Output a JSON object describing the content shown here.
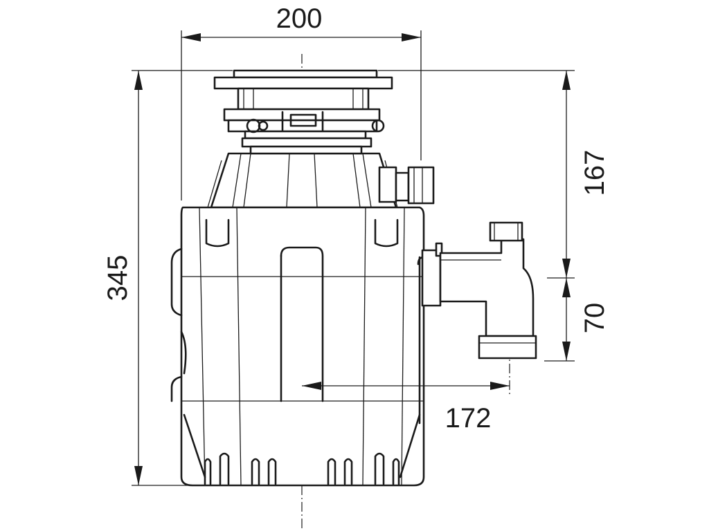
{
  "dimensions": {
    "overall_width": "200",
    "overall_height": "345",
    "upper_height": "167",
    "outlet_height": "70",
    "outlet_offset": "172"
  }
}
